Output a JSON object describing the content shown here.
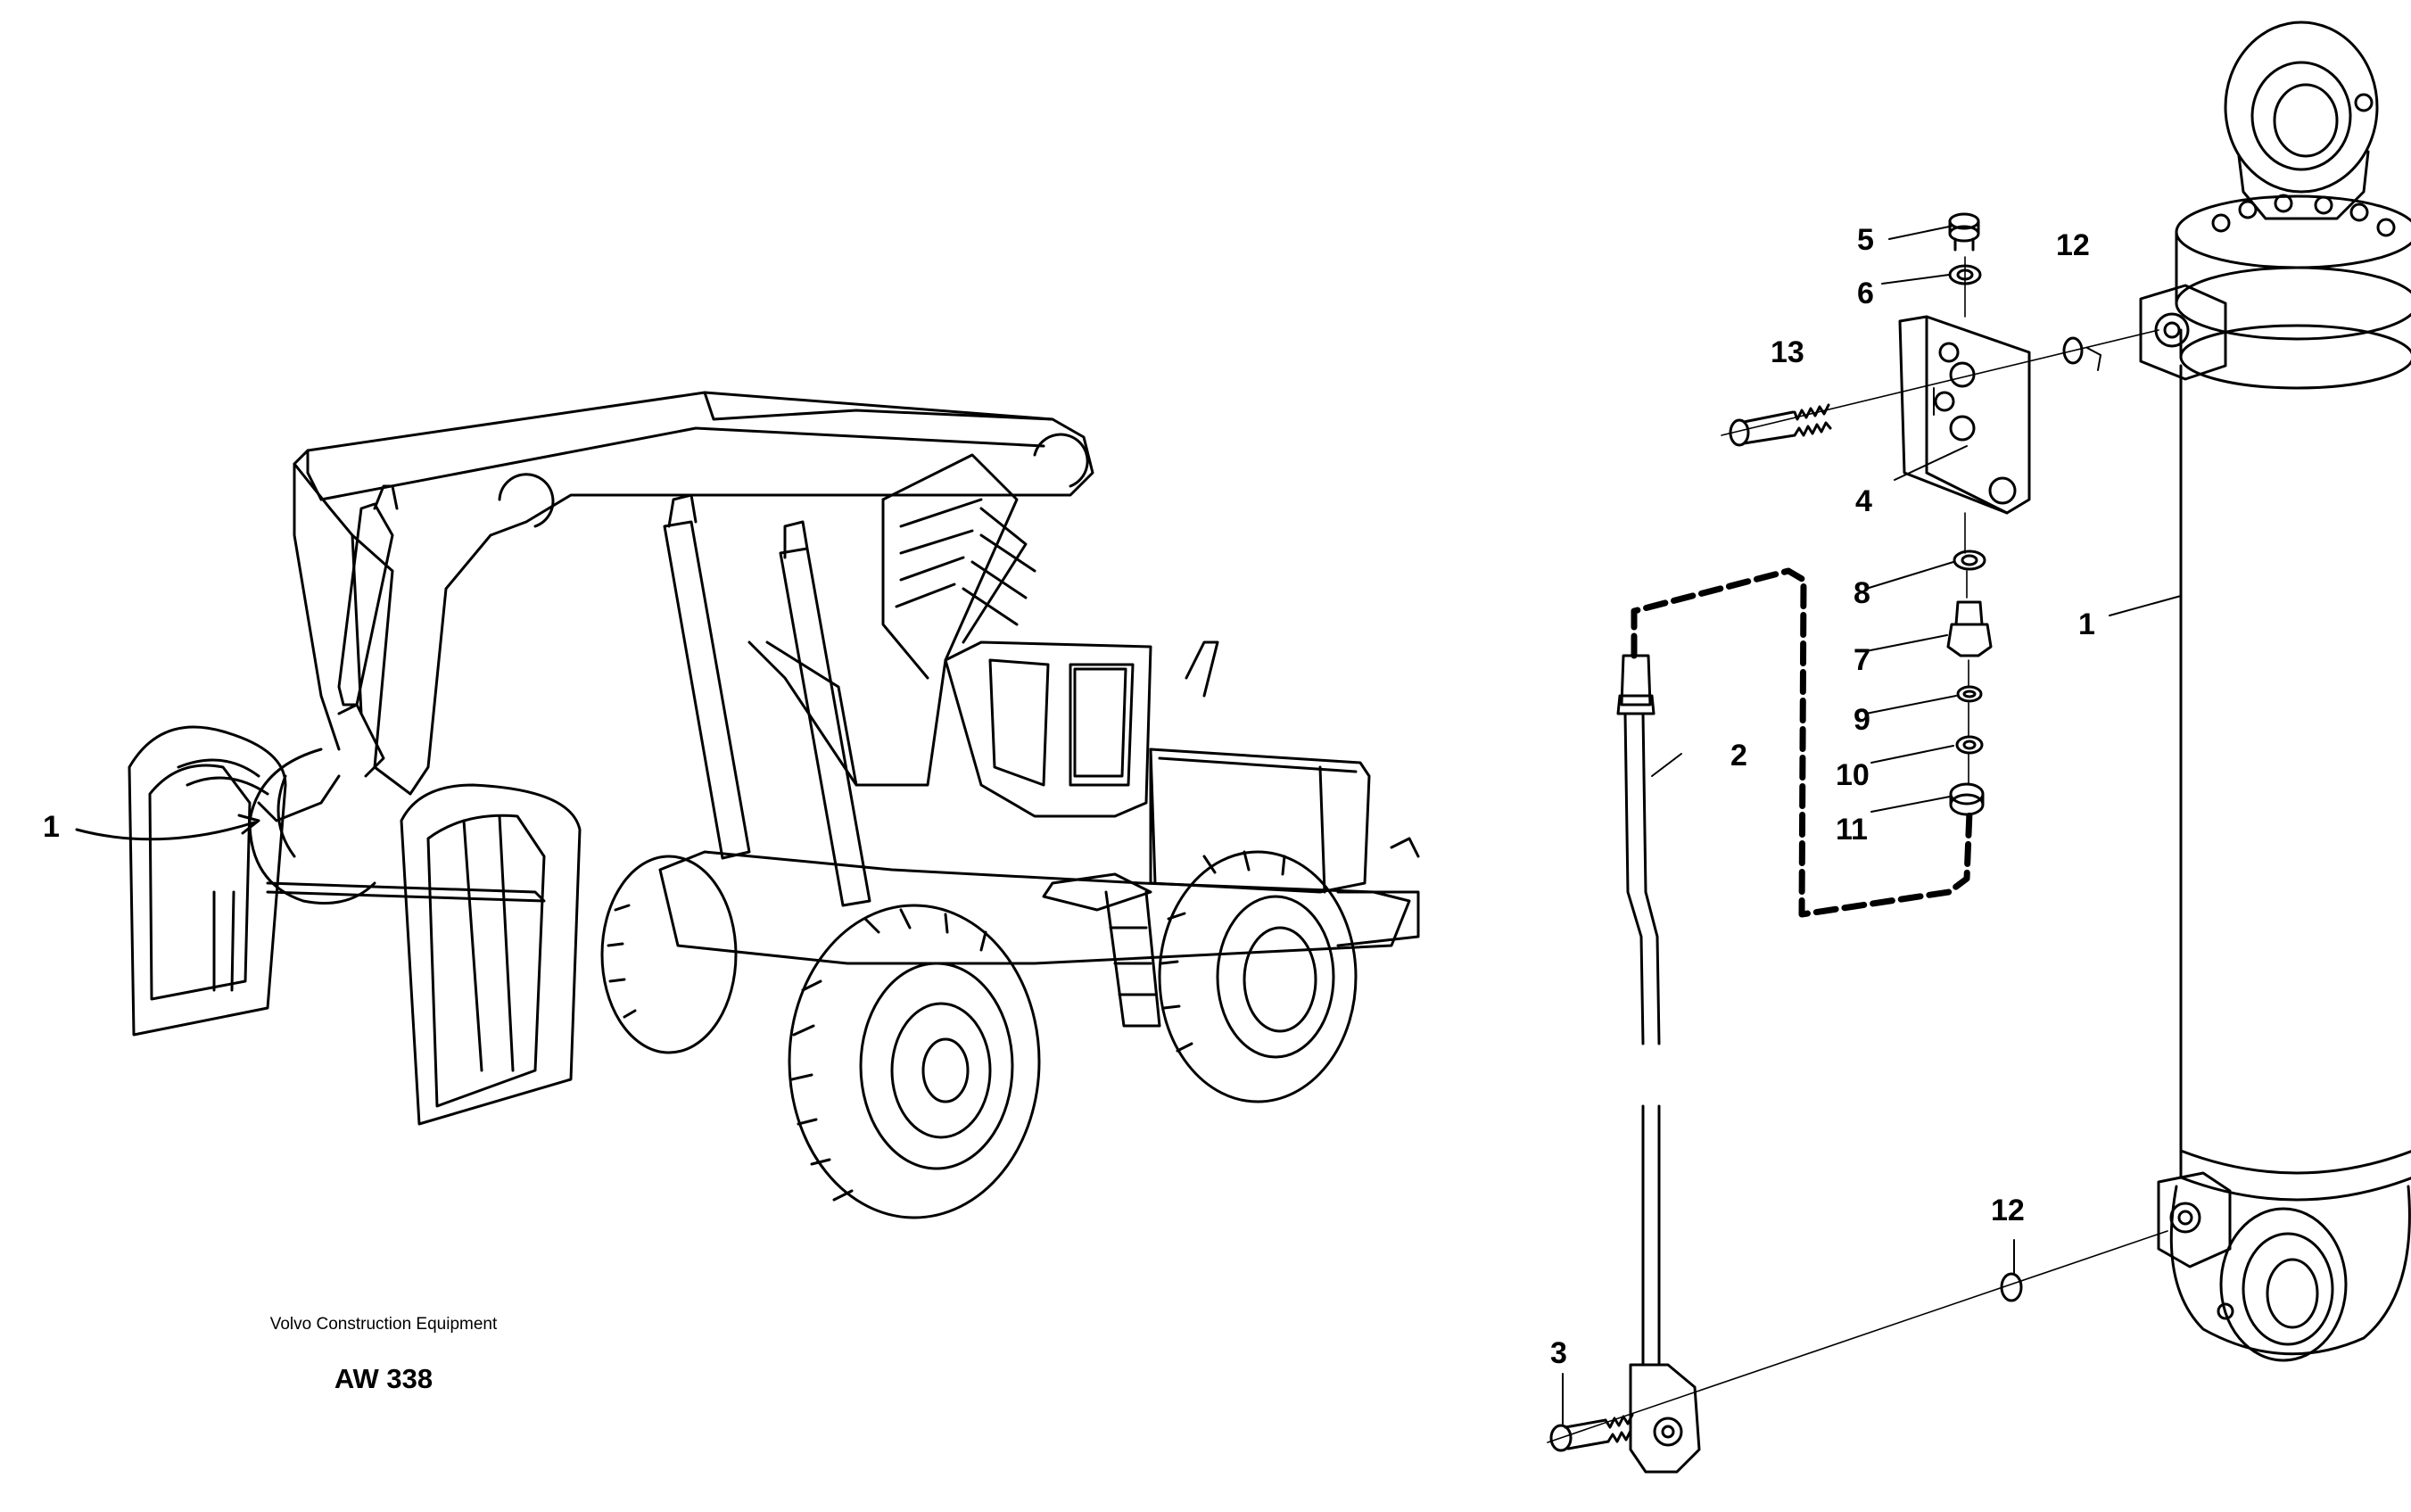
{
  "caption": {
    "company": "Volvo Construction Equipment",
    "code": "AW 338"
  },
  "callouts": {
    "machine_1": "1",
    "c1": "1",
    "c2": "2",
    "c3": "3",
    "c4": "4",
    "c5": "5",
    "c6": "6",
    "c7": "7",
    "c8": "8",
    "c9": "9",
    "c10": "10",
    "c11": "11",
    "c12_top": "12",
    "c12_bottom": "12",
    "c13": "13"
  }
}
